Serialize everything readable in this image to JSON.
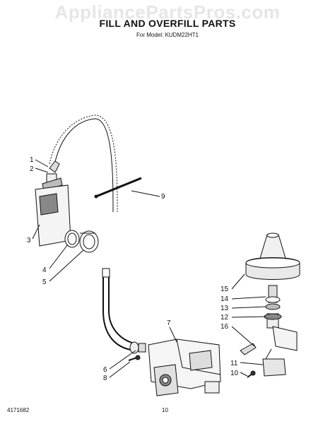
{
  "watermark": "AppliancePartsPros.com",
  "title": "FILL AND OVERFILL PARTS",
  "subtitle": "For Model: KUDM22HT1",
  "footer": {
    "doc_number": "4171682",
    "page": "10"
  },
  "callouts": [
    "1",
    "2",
    "3",
    "4",
    "5",
    "6",
    "7",
    "8",
    "9",
    "10",
    "11",
    "12",
    "13",
    "14",
    "15",
    "16"
  ]
}
